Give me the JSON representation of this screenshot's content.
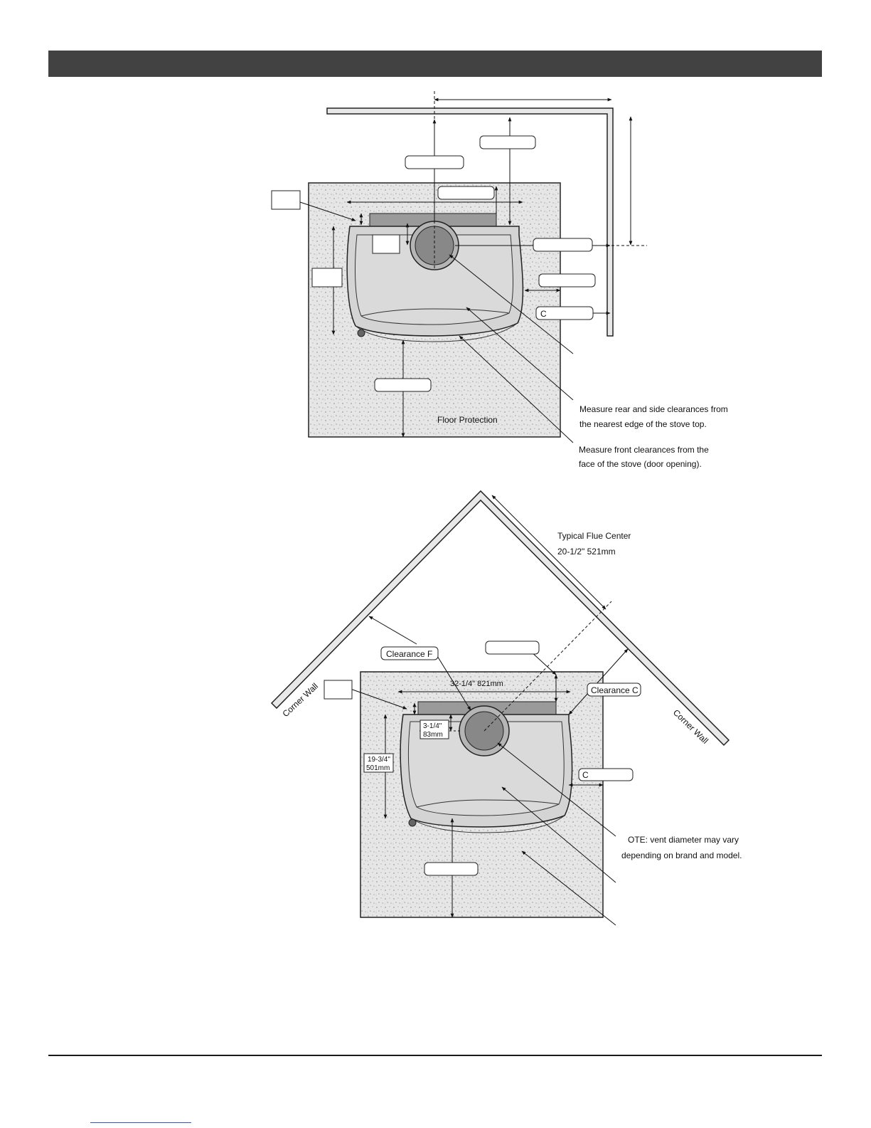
{
  "top_diagram": {
    "floor_label": "Floor Protection",
    "clearance_c_label": "C",
    "note_rear_side_1": "Measure rear and side clearances from",
    "note_rear_side_2": "the nearest edge of the stove top.",
    "note_front_1": "Measure front clearances from the",
    "note_front_2": "face of the stove (door opening)."
  },
  "bottom_diagram": {
    "flue_center_1": "Typical Flue Center",
    "flue_center_2": "20-1/2\" 521mm",
    "clearance_f": "Clearance F",
    "clearance_c": "Clearance C",
    "width_dim": "32-1/4\" 821mm",
    "flue_offset_1": "3-1/4\"",
    "flue_offset_2": "83mm",
    "depth_1": "19-3/4\"",
    "depth_2": "501mm",
    "clearance_c_small": "C",
    "corner_wall_left": "Corner Wall",
    "corner_wall_right": "Corner Wall",
    "vent_note_1": "OTE: vent diameter may vary",
    "vent_note_2": "depending on brand and model."
  }
}
